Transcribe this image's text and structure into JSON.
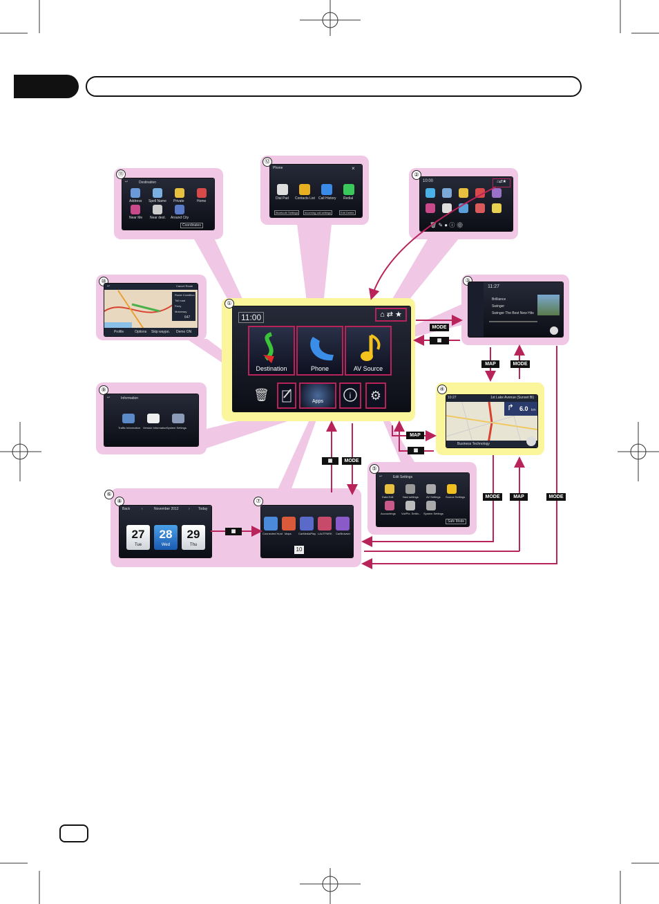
{
  "header": {
    "chapter_tab": "",
    "title_bar": ""
  },
  "diagram": {
    "main": {
      "number": "①",
      "clock": "11:00",
      "buttons": [
        "Destination",
        "Phone",
        "AV Source"
      ],
      "bottom_labels": [
        "Apps"
      ]
    },
    "s2": {
      "number": "②",
      "clock": "10:00"
    },
    "s3": {
      "number": "③",
      "clock": "11:27",
      "track": "Brilliance",
      "artist": "Swinger",
      "album": "Swinger The Best New Hits"
    },
    "s4": {
      "number": "④",
      "clock": "10:27",
      "street": "1st Lake Avenue (Sunset Bl)",
      "distance": "6.0",
      "unit": "km",
      "bottom": "Business Technology"
    },
    "s5": {
      "number": "⑤",
      "title": "Edit Settings",
      "items": [
        "Data Edit",
        "Navi settings",
        "AV Settings",
        "Source Settings",
        "Accountings",
        "Vol/Ptx. Settin...",
        "System Settings"
      ],
      "button": "Safe Mode"
    },
    "s6": {
      "number": "⑥",
      "calendar_number": "⑧",
      "back": "Back",
      "month": "November 2012",
      "today": "Today",
      "days": [
        {
          "num": "27",
          "wd": "Tue"
        },
        {
          "num": "28",
          "wd": "Wed"
        },
        {
          "num": "29",
          "wd": "Thu"
        }
      ]
    },
    "s7": {
      "number": "⑦",
      "apps": [
        "Connected Hunt",
        "Maps",
        "CarMediaPlay",
        "LAUTPARK",
        "CarBrowser"
      ],
      "counter": "10"
    },
    "s9": {
      "number": "⑨",
      "title": "Information",
      "items": [
        "Traffic Information",
        "Version Information",
        "System Settings"
      ]
    },
    "s10": {
      "number": "⑩",
      "cancel": "Cancel Route",
      "legend": [
        "Route Condition",
        "Toll road",
        "Ferry",
        "Motorway"
      ],
      "distance": "647",
      "buttons": [
        "Profile",
        "Options",
        "Skip waypo.",
        "Demo ON"
      ]
    },
    "s11": {
      "number": "⑪",
      "title": "Destination",
      "items": [
        "Address",
        "Spell Name",
        "Private",
        "Home",
        "Near Me",
        "Near dest.",
        "Around City"
      ],
      "button": "Coordinates"
    },
    "s12": {
      "number": "⑫",
      "title": "Phone",
      "items": [
        "Dial Pad",
        "Contacts List",
        "Call History",
        "Redial"
      ],
      "buttons": [
        "Bluetooth Settings",
        "Incoming call settings",
        "Edit Delete"
      ]
    },
    "tags": {
      "mode": "MODE",
      "map": "MAP"
    }
  },
  "colors": {
    "callout": "#f0c8e6",
    "highlight": "#fbf59c",
    "arrow": "#b8245a"
  }
}
